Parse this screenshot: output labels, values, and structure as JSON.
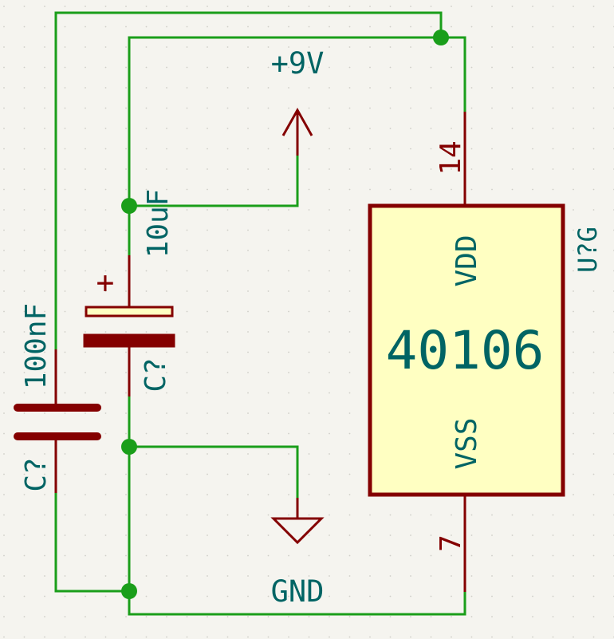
{
  "colors": {
    "background": "#f5f4ef",
    "grid": "#cfcec8",
    "wire": "#1a9e1a",
    "junction": "#1a9e1a",
    "component": "#840000",
    "ic_fill": "#ffffc2",
    "label": "#006464"
  },
  "ic": {
    "reference": "U?G",
    "value": "40106",
    "pin_vdd_name": "VDD",
    "pin_vss_name": "VSS",
    "pin_vdd_number": "14",
    "pin_vss_number": "7"
  },
  "capacitor_polarized": {
    "reference": "C?",
    "value": "10uF",
    "polarity_mark": "+"
  },
  "capacitor_ceramic": {
    "reference": "C?",
    "value": "100nF"
  },
  "power": {
    "supply_label": "+9V",
    "ground_label": "GND"
  }
}
